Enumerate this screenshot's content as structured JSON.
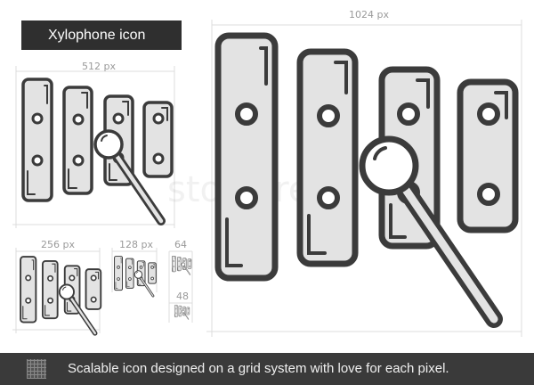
{
  "title": "Xylophone icon",
  "sizes": {
    "s1024": "1024 px",
    "s512": "512 px",
    "s256": "256 px",
    "s128": "128 px",
    "s64": "64",
    "s48": "48"
  },
  "footer": {
    "tagline": "Scalable icon designed on a grid system with love for each pixel."
  },
  "watermark": "stockfresh",
  "colors": {
    "stroke": "#3b3b3b",
    "fill": "#e3e3e3",
    "footer_bg": "#3a3a3a",
    "title_bg": "#2f2f2f"
  },
  "icon": "xylophone-icon"
}
